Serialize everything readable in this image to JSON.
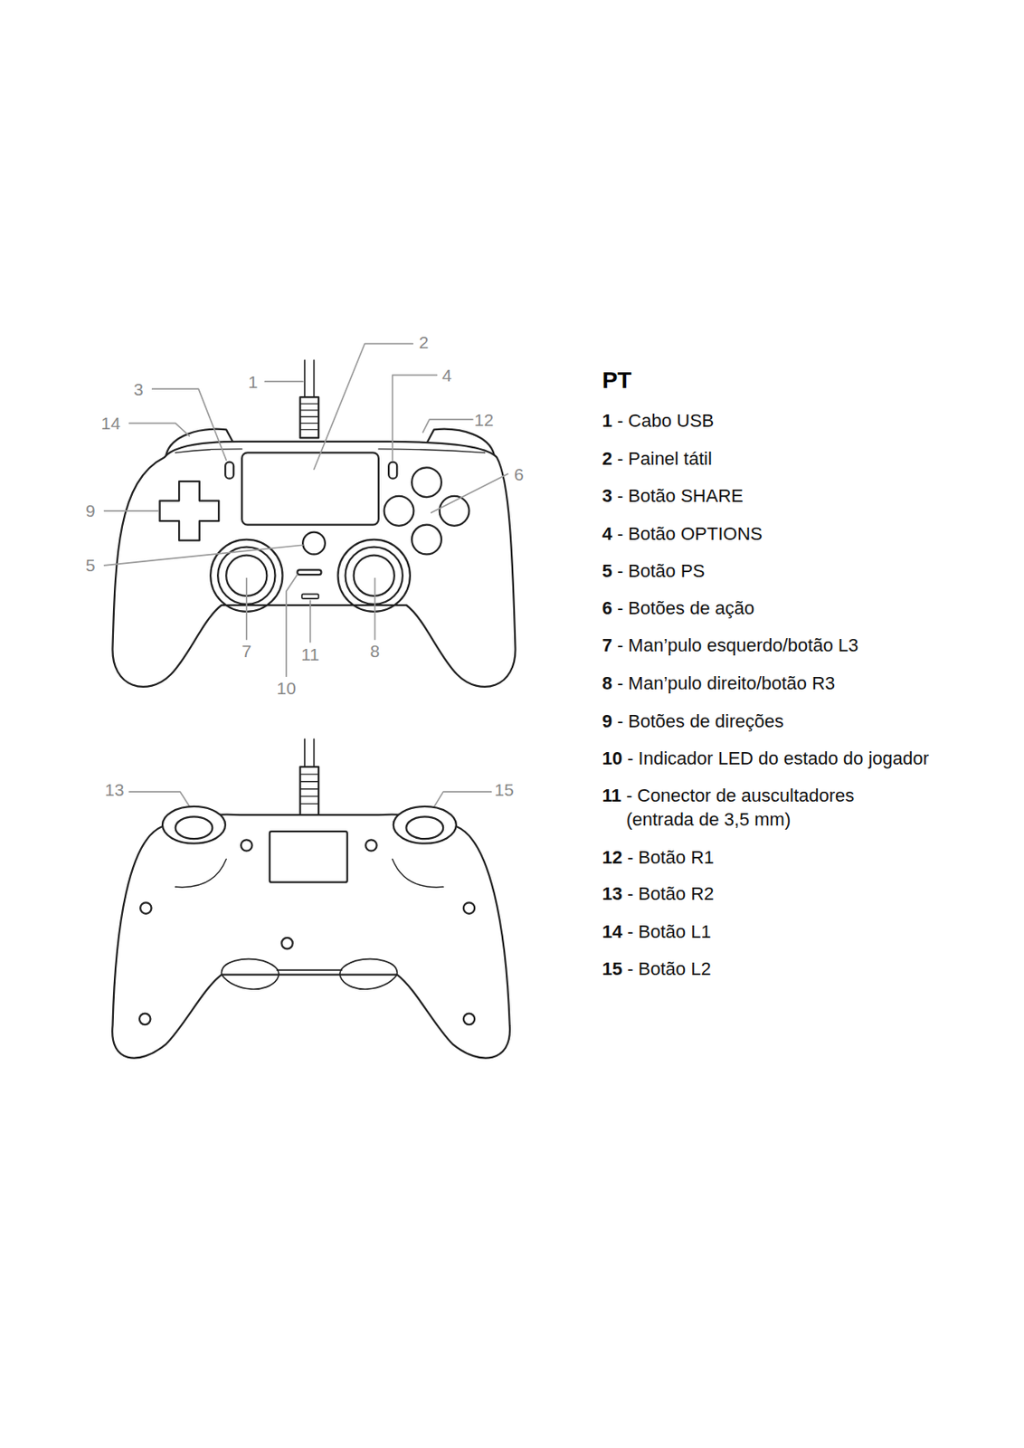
{
  "diagram": {
    "title": "PT",
    "labels": [
      "2",
      "1",
      "3",
      "4",
      "14",
      "12",
      "6",
      "9",
      "5",
      "7",
      "11",
      "8",
      "10",
      "13",
      "15",
      "1",
      "- Cabo USB",
      "2",
      "- Painel tátil",
      "3",
      "- Botão SHARE",
      "4",
      "- Botão OPTIONS",
      "5",
      "- Botão PS",
      "6",
      "- Botões de ação",
      "7",
      "- Man’pulo esquerdo/botão L3",
      "8",
      "- Man’pulo direito/botão R3",
      "9",
      "- Botões de direções",
      "10",
      "- Indicador LED do estado do jogador",
      "11",
      "-  Conector de auscultadores (entrada de 3,5 mm)",
      "12",
      "- Botão R1",
      "13",
      "- Botão R2",
      "14",
      "- Botão L1",
      "15",
      "- Botão L2"
    ]
  }
}
